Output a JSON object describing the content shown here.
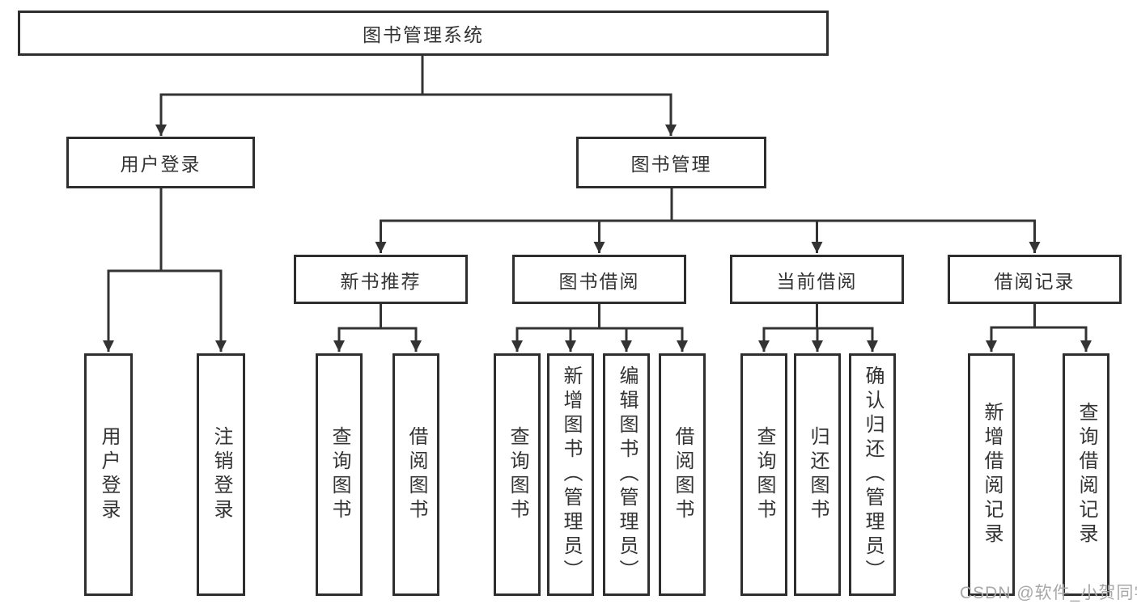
{
  "watermark": "CSDN @软件_小贺同学",
  "colors": {
    "line": "#333333",
    "box_border": "#2e2e2e",
    "text": "#333333",
    "watermark_text": "#a8a8a8",
    "background": "#ffffff"
  },
  "tree": {
    "root": {
      "label": "图书管理系统"
    },
    "branches": [
      {
        "label": "用户登录",
        "children": [
          "用户登录",
          "注销登录"
        ]
      },
      {
        "label": "图书管理",
        "sections": [
          {
            "label": "新书推荐",
            "children": [
              "查询图书",
              "借阅图书"
            ]
          },
          {
            "label": "图书借阅",
            "children": [
              "查询图书",
              "新增图书（管理员）",
              "编辑图书（管理员）",
              "借阅图书"
            ]
          },
          {
            "label": "当前借阅",
            "children": [
              "查询图书",
              "归还图书",
              "确认归还（管理员）"
            ]
          },
          {
            "label": "借阅记录",
            "children": [
              "新增借阅记录",
              "查询借阅记录"
            ]
          }
        ]
      }
    ]
  }
}
